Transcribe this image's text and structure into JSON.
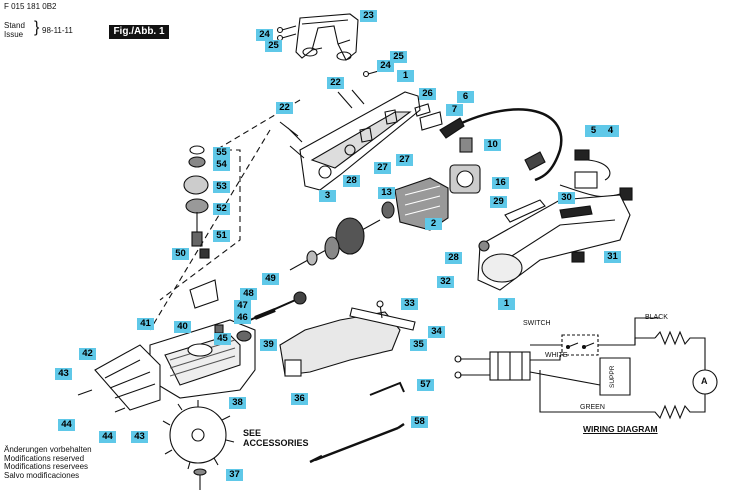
{
  "header": {
    "part_number": "F 015 181 0B2",
    "stand_label": "Stand",
    "issue_label": "Issue",
    "date": "98-11-11",
    "figure_label": "Fig./Abb. 1"
  },
  "footer": {
    "lines": [
      "Änderungen vorbehalten",
      "Modifications reserved",
      "Modifications reservees",
      "Salvo modificaciones"
    ]
  },
  "see_accessories": {
    "line1": "SEE",
    "line2": "ACCESSORIES"
  },
  "wiring": {
    "title": "WIRING DIAGRAM",
    "switch": "SWITCH",
    "black": "BLACK",
    "white": "WHITE",
    "green": "GREEN",
    "suppr": "SUPPR",
    "motor": "A"
  },
  "callouts": [
    "23",
    "24",
    "25",
    "25",
    "24",
    "1",
    "22",
    "26",
    "7",
    "6",
    "22",
    "55",
    "54",
    "53",
    "52",
    "51",
    "50",
    "27",
    "27",
    "3",
    "28",
    "13",
    "10",
    "5",
    "4",
    "16",
    "2",
    "29",
    "30",
    "28",
    "32",
    "1",
    "31",
    "49",
    "48",
    "47",
    "46",
    "45",
    "41",
    "40",
    "42",
    "43",
    "44",
    "44",
    "43",
    "39",
    "38",
    "33",
    "34",
    "35",
    "36",
    "57",
    "58",
    "37"
  ]
}
